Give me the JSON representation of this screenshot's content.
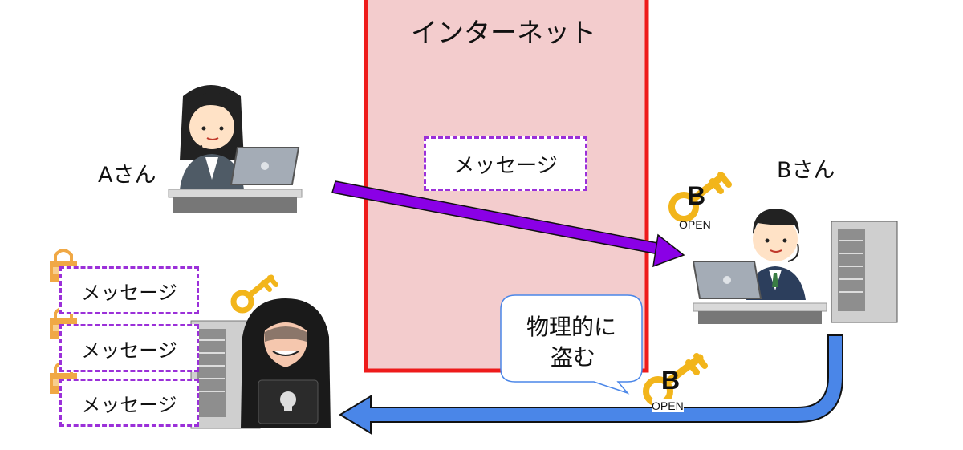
{
  "internet": {
    "label": "インターネット",
    "fill": "#f3cccd",
    "stroke": "#ee1b1b"
  },
  "message_label": "メッセージ",
  "person_a": {
    "label": "Aさん"
  },
  "person_b": {
    "label": "Bさん"
  },
  "key_b": {
    "letter": "B",
    "caption": "OPEN",
    "color": "#f2b51b"
  },
  "speech_bubble": {
    "line1": "物理的に",
    "line2": "盗む",
    "stroke": "#4a86e8"
  },
  "stolen_messages": [
    {
      "label": "メッセージ"
    },
    {
      "label": "メッセージ"
    },
    {
      "label": "メッセージ"
    }
  ],
  "colors": {
    "arrow_purple": "#8a00e6",
    "arrow_blue": "#4a86e8",
    "dashed_purple": "#9b30d9",
    "lock": "#f0a845"
  }
}
